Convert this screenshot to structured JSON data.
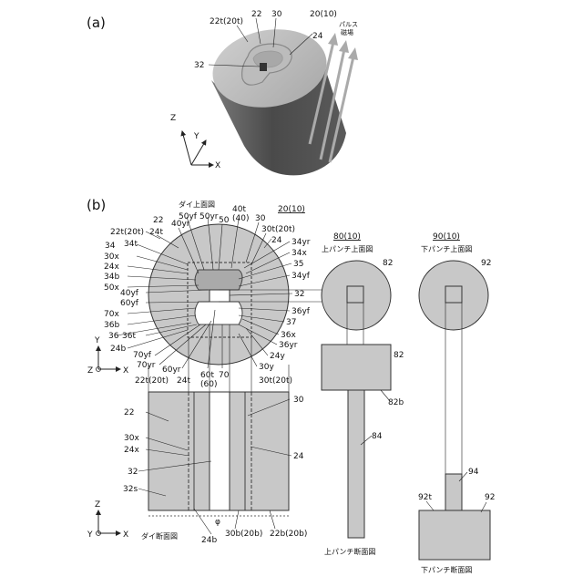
{
  "figure": {
    "panel_a": "(a)",
    "panel_b": "(b)"
  },
  "labels_a": {
    "top_face": "22t(20t)",
    "ring": "22",
    "core": "30",
    "assembly": "20(10)",
    "ring_outer": "24",
    "center": "32",
    "pulse_field_1": "パルス",
    "pulse_field_2": "磁場",
    "axis_z": "Z",
    "axis_y": "Y",
    "axis_x": "X"
  },
  "die_top": {
    "title": "ダイ上面図",
    "ref": "20(10)",
    "labels": {
      "l50yf": "50yf",
      "l50yr": "50yr",
      "l40t": "40t",
      "l40": "(40)",
      "l22t": "22t(20t)",
      "l22": "22",
      "l24t": "24t",
      "l40yr": "40yr",
      "l50": "50",
      "l30": "30",
      "l30t": "30t(20t)",
      "l24r": "24",
      "l34": "34",
      "l34t": "34t",
      "l30x": "30x",
      "l24x": "24x",
      "l34b": "34b",
      "l50x": "50x",
      "l40yf": "40yf",
      "l60yf": "60yf",
      "l70x": "70x",
      "l36b": "36b",
      "l36": "36",
      "l36t": "36t",
      "l24b": "24b",
      "l70yf": "70yf",
      "l70yr": "70yr",
      "l60yr": "60yr",
      "l60t": "60t",
      "l60": "(60)",
      "l70": "70",
      "l34yr": "34yr",
      "l34x": "34x",
      "l35": "35",
      "l34yf": "34yf",
      "l32": "32",
      "l36yf": "36yf",
      "l37": "37",
      "l36x": "36x",
      "l36yr": "36yr",
      "l24y": "24y",
      "l30y": "30y"
    }
  },
  "die_section": {
    "title": "ダイ断面図",
    "labels": {
      "l22t": "22t(20t)",
      "l24t": "24t",
      "l30t": "30t(20t)",
      "l22": "22",
      "l30": "30",
      "l30x": "30x",
      "l24x": "24x",
      "l24": "24",
      "l32": "32",
      "l32s": "32s",
      "l24b": "24b",
      "l30b": "30b(20b)",
      "l22b": "22b(20b)",
      "phi": "φ"
    }
  },
  "upper_punch": {
    "ref": "80(10)",
    "top_title": "上パンチ上面図",
    "section_title": "上パンチ断面図",
    "l82a": "82",
    "l82b": "82",
    "l82bb": "82b",
    "l84": "84"
  },
  "lower_punch": {
    "ref": "90(10)",
    "top_title": "下パンチ上面図",
    "section_title": "下パンチ断面図",
    "l92a": "92",
    "l94": "94",
    "l92t": "92t",
    "l92b": "92"
  },
  "axes_top": {
    "y": "Y",
    "z": "Z",
    "x": "X"
  },
  "axes_section": {
    "z": "Z",
    "y": "Y",
    "x": "X"
  },
  "colors": {
    "fill_gray": "#c8c8c8",
    "cyl_dark": "#6e6e6e",
    "line": "#222222"
  }
}
